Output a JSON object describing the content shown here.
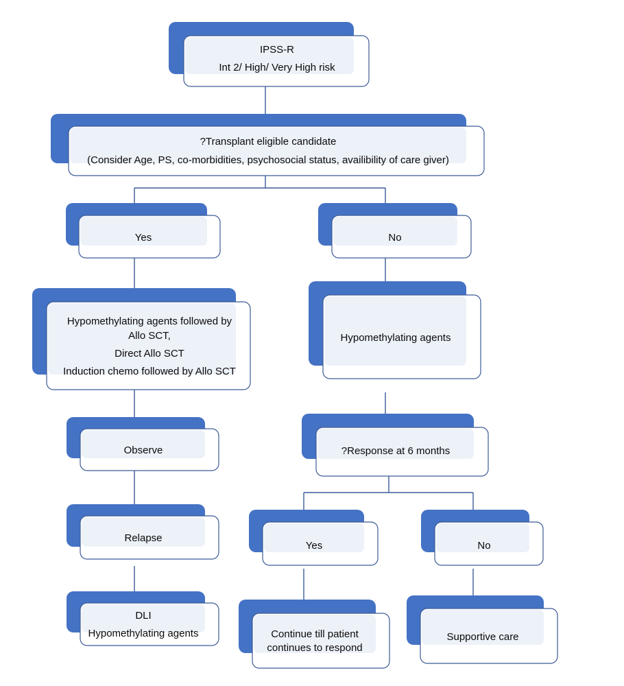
{
  "diagram": {
    "title": "IPSS-R Int 2 / High / Very High risk treatment algorithm",
    "colors": {
      "shadow_blue": "#4472C4",
      "frame_border": "#3C5B96",
      "inner_fill": "#EDF1F8",
      "page_background": "#FFFFFF",
      "text": "#0A0A0A",
      "connector": "#3C5B96"
    },
    "nodes": [
      {
        "id": "ipssr",
        "lines": [
          "IPSS-R",
          "Int 2/ High/ Very High risk"
        ],
        "font_size": 15
      },
      {
        "id": "transplant-eligible",
        "lines": [
          "?Transplant eligible candidate",
          "(Consider Age, PS, co-morbidities, psychosocial status, availibility of care giver)"
        ],
        "font_size": 15
      },
      {
        "id": "yes-transplant",
        "lines": [
          "Yes"
        ],
        "font_size": 15
      },
      {
        "id": "no-transplant",
        "lines": [
          "No"
        ],
        "font_size": 15
      },
      {
        "id": "transplant-options",
        "lines": [
          "Hypomethylating agents followed by",
          "Allo SCT,",
          "Direct Allo SCT",
          "Induction chemo followed by Allo SCT"
        ],
        "font_size": 15
      },
      {
        "id": "hypomethylating-agents",
        "lines": [
          "Hypomethylating agents"
        ],
        "font_size": 15
      },
      {
        "id": "observe",
        "lines": [
          "Observe"
        ],
        "font_size": 15
      },
      {
        "id": "response-6-months",
        "lines": [
          "?Response at 6 months"
        ],
        "font_size": 15
      },
      {
        "id": "relapse",
        "lines": [
          "Relapse"
        ],
        "font_size": 15
      },
      {
        "id": "yes-response",
        "lines": [
          "Yes"
        ],
        "font_size": 15
      },
      {
        "id": "no-response",
        "lines": [
          "No"
        ],
        "font_size": 15
      },
      {
        "id": "dli",
        "lines": [
          "DLI",
          "Hypomethylating agents"
        ],
        "font_size": 15
      },
      {
        "id": "continue-respond",
        "lines": [
          "Continue till patient",
          "continues to respond"
        ],
        "font_size": 15
      },
      {
        "id": "supportive-care",
        "lines": [
          "Supportive care"
        ],
        "font_size": 15
      }
    ]
  }
}
